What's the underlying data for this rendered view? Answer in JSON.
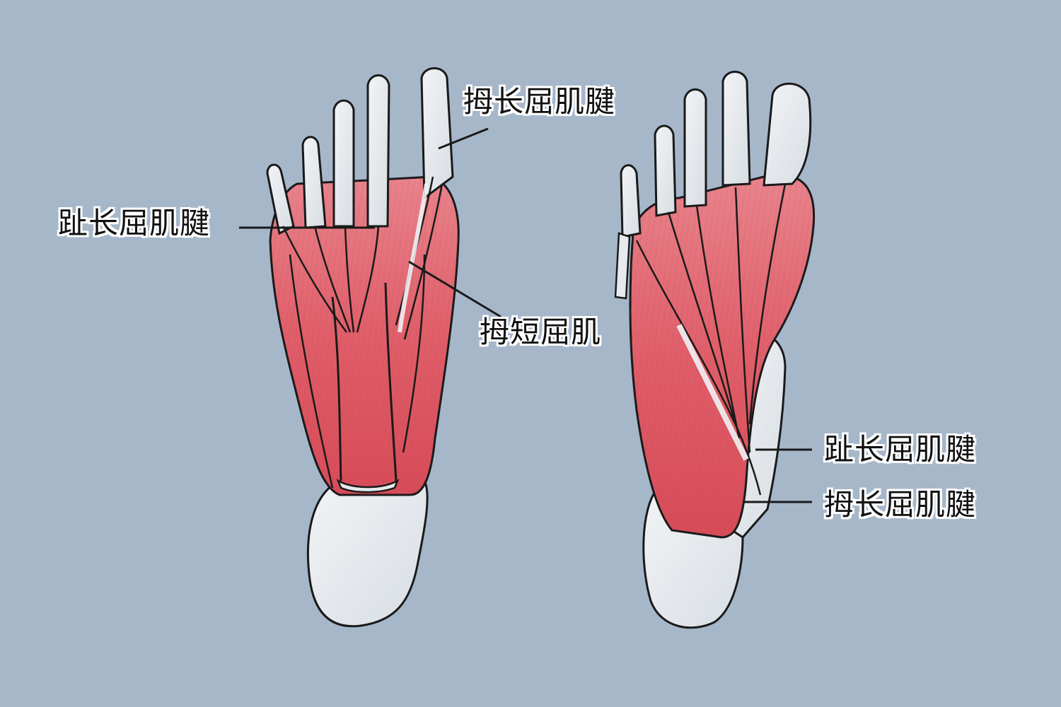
{
  "labels": {
    "left_flexor_hallucis_longus_tendon": "拇长屈肌腱",
    "left_flexor_digitorum_longus_tendon": "趾长屈肌腱",
    "left_flexor_hallucis_brevis": "拇短屈肌",
    "right_flexor_digitorum_longus_tendon": "趾长屈肌腱",
    "right_flexor_hallucis_longus_tendon": "拇长屈肌腱"
  },
  "colors": {
    "background": "#a6b7ca",
    "muscle": "#e06670",
    "muscle_dark": "#c9434f",
    "tendon_bone": "#e6eaee",
    "outline": "#1a1a1a"
  }
}
